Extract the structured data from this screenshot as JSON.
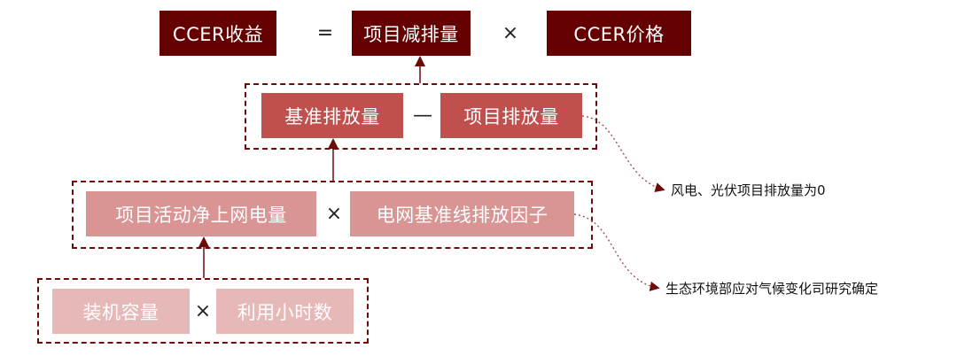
{
  "colors": {
    "level0": "#640000",
    "level1": "#c0504d",
    "level2": "#d99594",
    "level3": "#e6b8b7",
    "border": "#6e0a0a"
  },
  "row0": {
    "result": "CCER收益",
    "equals": "=",
    "term1": "项目减排量",
    "times": "×",
    "term2": "CCER价格"
  },
  "row1": {
    "term1": "基准排放量",
    "minus": "—",
    "term2": "项目排放量"
  },
  "row2": {
    "term1": "项目活动净上网电量",
    "times": "×",
    "term2": "电网基准线排放因子"
  },
  "row3": {
    "term1": "装机容量",
    "times": "×",
    "term2": "利用小时数"
  },
  "notes": {
    "project_emission": "风电、光伏项目排放量为0",
    "grid_factor": "生态环境部应对气候变化司研究确定"
  }
}
